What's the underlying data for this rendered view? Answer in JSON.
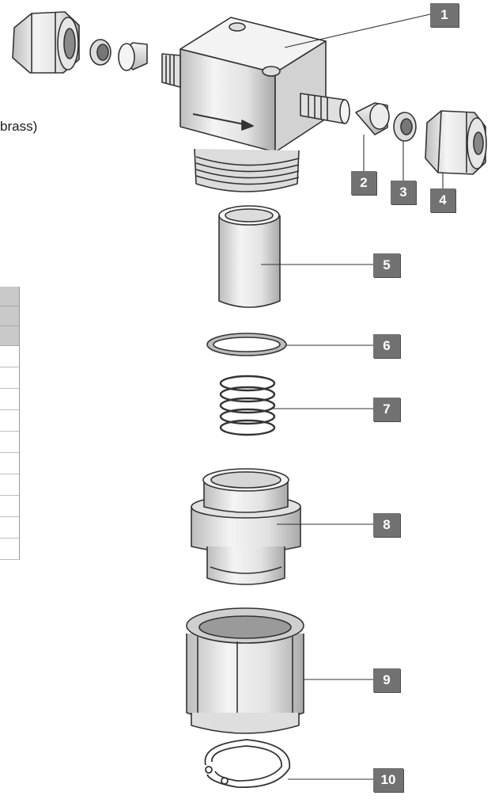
{
  "side_text": "brass)",
  "callouts": [
    {
      "label": "1"
    },
    {
      "label": "2"
    },
    {
      "label": "3"
    },
    {
      "label": "4"
    },
    {
      "label": "5"
    },
    {
      "label": "6"
    },
    {
      "label": "7"
    },
    {
      "label": "8"
    },
    {
      "label": "9"
    },
    {
      "label": "10"
    }
  ],
  "colors": {
    "callout_bg": "#727272",
    "callout_text": "#ffffff",
    "line": "#333333",
    "part_fill": "#f2f2f2",
    "part_shade": "#cfcfcf"
  }
}
